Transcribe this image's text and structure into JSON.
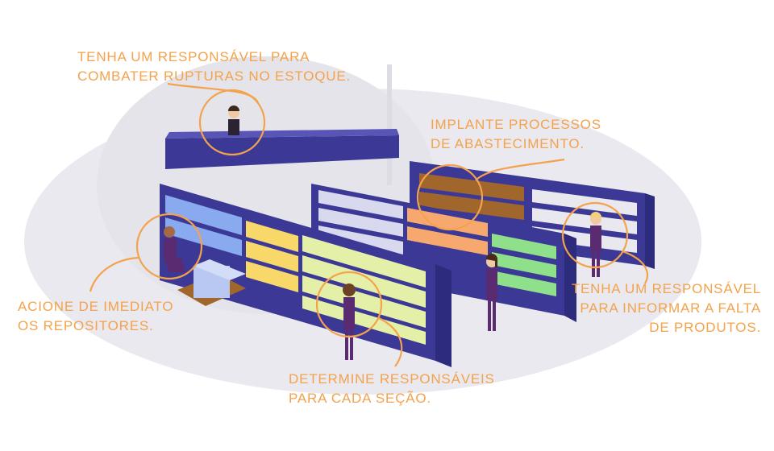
{
  "colors": {
    "accent": "#f4a24b",
    "shelf": "#3c3996",
    "shelf_side": "#2d2b7c",
    "floor": "#e9e9ef",
    "worker_uniform": "#5a2b70"
  },
  "callouts": {
    "stock_manager": {
      "lines": [
        "Tenha um responsável para",
        "combater rupturas no estoque."
      ]
    },
    "supply_process": {
      "lines": [
        "Implante processos",
        "de abastecimento."
      ]
    },
    "restockers": {
      "lines": [
        "Acione de imediato",
        "os repositores."
      ]
    },
    "section_owners": {
      "lines": [
        "Determine responsáveis",
        "para cada seção."
      ]
    },
    "missing_products": {
      "lines": [
        "Tenha um responsável",
        "para informar a falta",
        "de produtos."
      ]
    }
  }
}
